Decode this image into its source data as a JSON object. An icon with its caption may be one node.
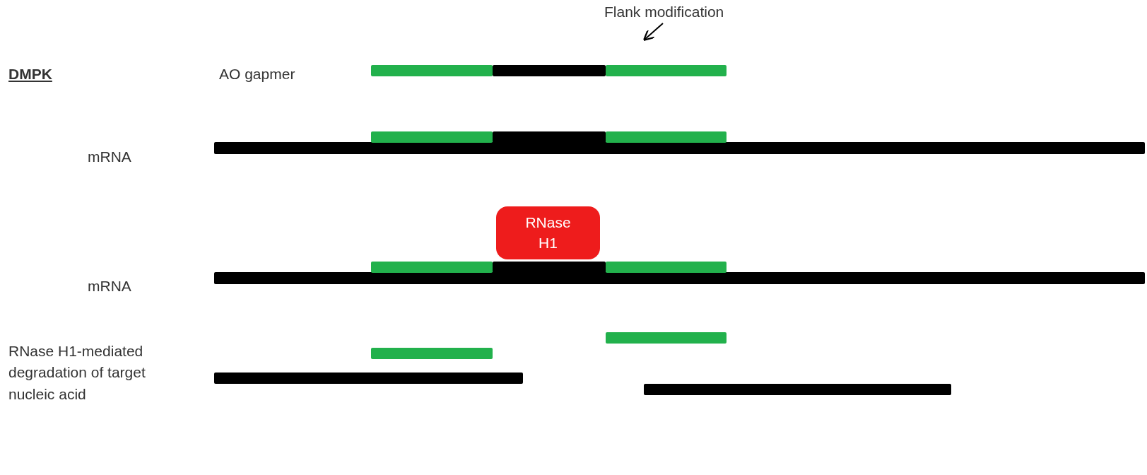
{
  "diagram": {
    "nodes": [
      {
        "text": [
          "Flank modification"
        ]
      },
      {
        "text": [],
        "shape": "bar"
      },
      {
        "text": [
          "RNase H1"
        ]
      }
    ],
    "edges": [
      {
        "from": 0,
        "to": 1,
        "arrow": "to"
      }
    ],
    "labels": [
      "DMPK",
      "AO gapmer",
      "mRNA",
      "mRNA",
      "RNase H1-mediated degradation of target nucleic acid"
    ]
  }
}
